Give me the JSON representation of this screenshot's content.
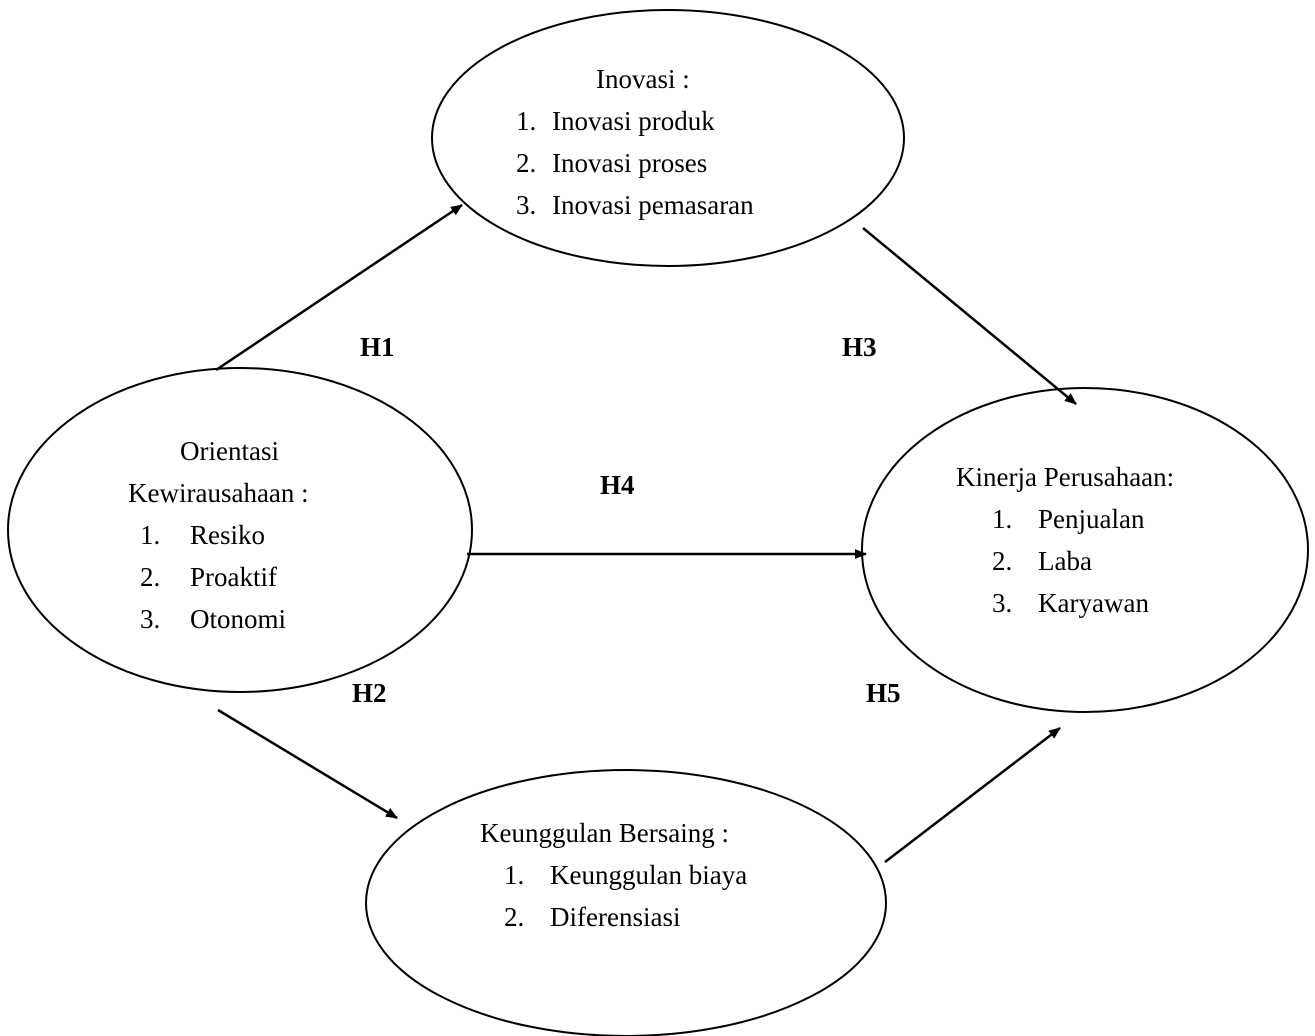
{
  "nodes": {
    "inovasi": {
      "title": "Inovasi :",
      "items": [
        "Inovasi produk",
        "Inovasi proses",
        "Inovasi pemasaran"
      ]
    },
    "orientasi": {
      "title_line1": "Orientasi",
      "title_line2": "Kewirausahaan :",
      "items": [
        "Resiko",
        "Proaktif",
        "Otonomi"
      ]
    },
    "kinerja": {
      "title": "Kinerja Perusahaan:",
      "items": [
        "Penjualan",
        "Laba",
        "Karyawan"
      ]
    },
    "keunggulan": {
      "title": "Keunggulan Bersaing :",
      "items": [
        "Keunggulan biaya",
        "Diferensiasi"
      ]
    }
  },
  "numbers": [
    "1.",
    "2.",
    "3."
  ],
  "hypotheses": {
    "h1": "H1",
    "h2": "H2",
    "h3": "H3",
    "h4": "H4",
    "h5": "H5"
  },
  "colors": {
    "stroke": "#000000",
    "background": "#ffffff"
  }
}
